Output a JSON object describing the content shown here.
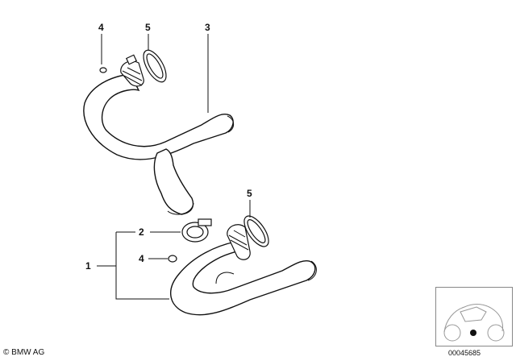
{
  "diagram": {
    "callouts": {
      "upper_hose_label": "3",
      "upper_clamp_label": "5",
      "upper_plug_label": "4",
      "assembly_label": "1",
      "lower_clamp_small_label": "2",
      "lower_plug_label": "4",
      "lower_clamp_label": "5"
    }
  },
  "footer": {
    "copyright": "© BMW AG",
    "catalog_number": "00045685"
  },
  "thumbnail": {
    "icon": "motorcycle-locator-icon"
  }
}
